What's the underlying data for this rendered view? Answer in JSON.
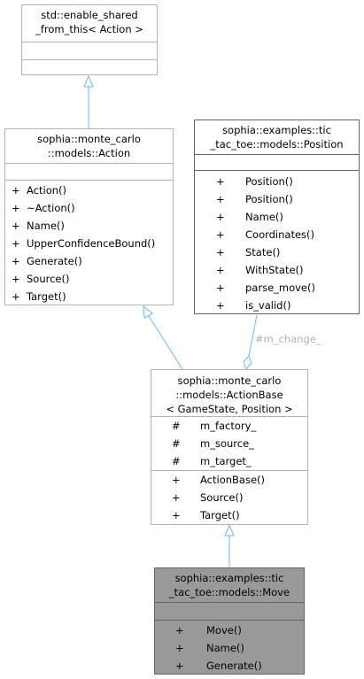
{
  "colors": {
    "edge": "#63b8ff",
    "border_light": "#b3b3b3",
    "border_dark": "#666666",
    "highlight_fill": "#999999",
    "edge_label": "#b3b3b3"
  },
  "classes": {
    "enable_shared": {
      "title_lines": [
        "std::enable_shared",
        "_from_this< Action >"
      ],
      "attributes": [],
      "methods": []
    },
    "action": {
      "title_lines": [
        "sophia::monte_carlo",
        "::models::Action"
      ],
      "attributes": [],
      "methods": [
        {
          "vis": "+",
          "name": "Action()"
        },
        {
          "vis": "+",
          "name": "~Action()"
        },
        {
          "vis": "+",
          "name": "Name()"
        },
        {
          "vis": "+",
          "name": "UpperConfidenceBound()"
        },
        {
          "vis": "+",
          "name": "Generate()"
        },
        {
          "vis": "+",
          "name": "Source()"
        },
        {
          "vis": "+",
          "name": "Target()"
        }
      ]
    },
    "position": {
      "title_lines": [
        "sophia::examples::tic",
        "_tac_toe::models::Position"
      ],
      "attributes": [],
      "methods": [
        {
          "vis": "+",
          "name": "Position()"
        },
        {
          "vis": "+",
          "name": "Position()"
        },
        {
          "vis": "+",
          "name": "Name()"
        },
        {
          "vis": "+",
          "name": "Coordinates()"
        },
        {
          "vis": "+",
          "name": "State()"
        },
        {
          "vis": "+",
          "name": "WithState()"
        },
        {
          "vis": "+",
          "name": "parse_move()"
        },
        {
          "vis": "+",
          "name": "is_valid()"
        }
      ]
    },
    "action_base": {
      "title_lines": [
        "sophia::monte_carlo",
        "::models::ActionBase",
        "< GameState, Position >"
      ],
      "attributes": [
        {
          "vis": "#",
          "name": "m_factory_"
        },
        {
          "vis": "#",
          "name": "m_source_"
        },
        {
          "vis": "#",
          "name": "m_target_"
        }
      ],
      "methods": [
        {
          "vis": "+",
          "name": "ActionBase()"
        },
        {
          "vis": "+",
          "name": "Source()"
        },
        {
          "vis": "+",
          "name": "Target()"
        }
      ]
    },
    "move": {
      "title_lines": [
        "sophia::examples::tic",
        "_tac_toe::models::Move"
      ],
      "attributes": [],
      "methods": [
        {
          "vis": "+",
          "name": "Move()"
        },
        {
          "vis": "+",
          "name": "Name()"
        },
        {
          "vis": "+",
          "name": "Generate()"
        }
      ]
    }
  },
  "edges": {
    "m_change_label": "#m_change_"
  }
}
